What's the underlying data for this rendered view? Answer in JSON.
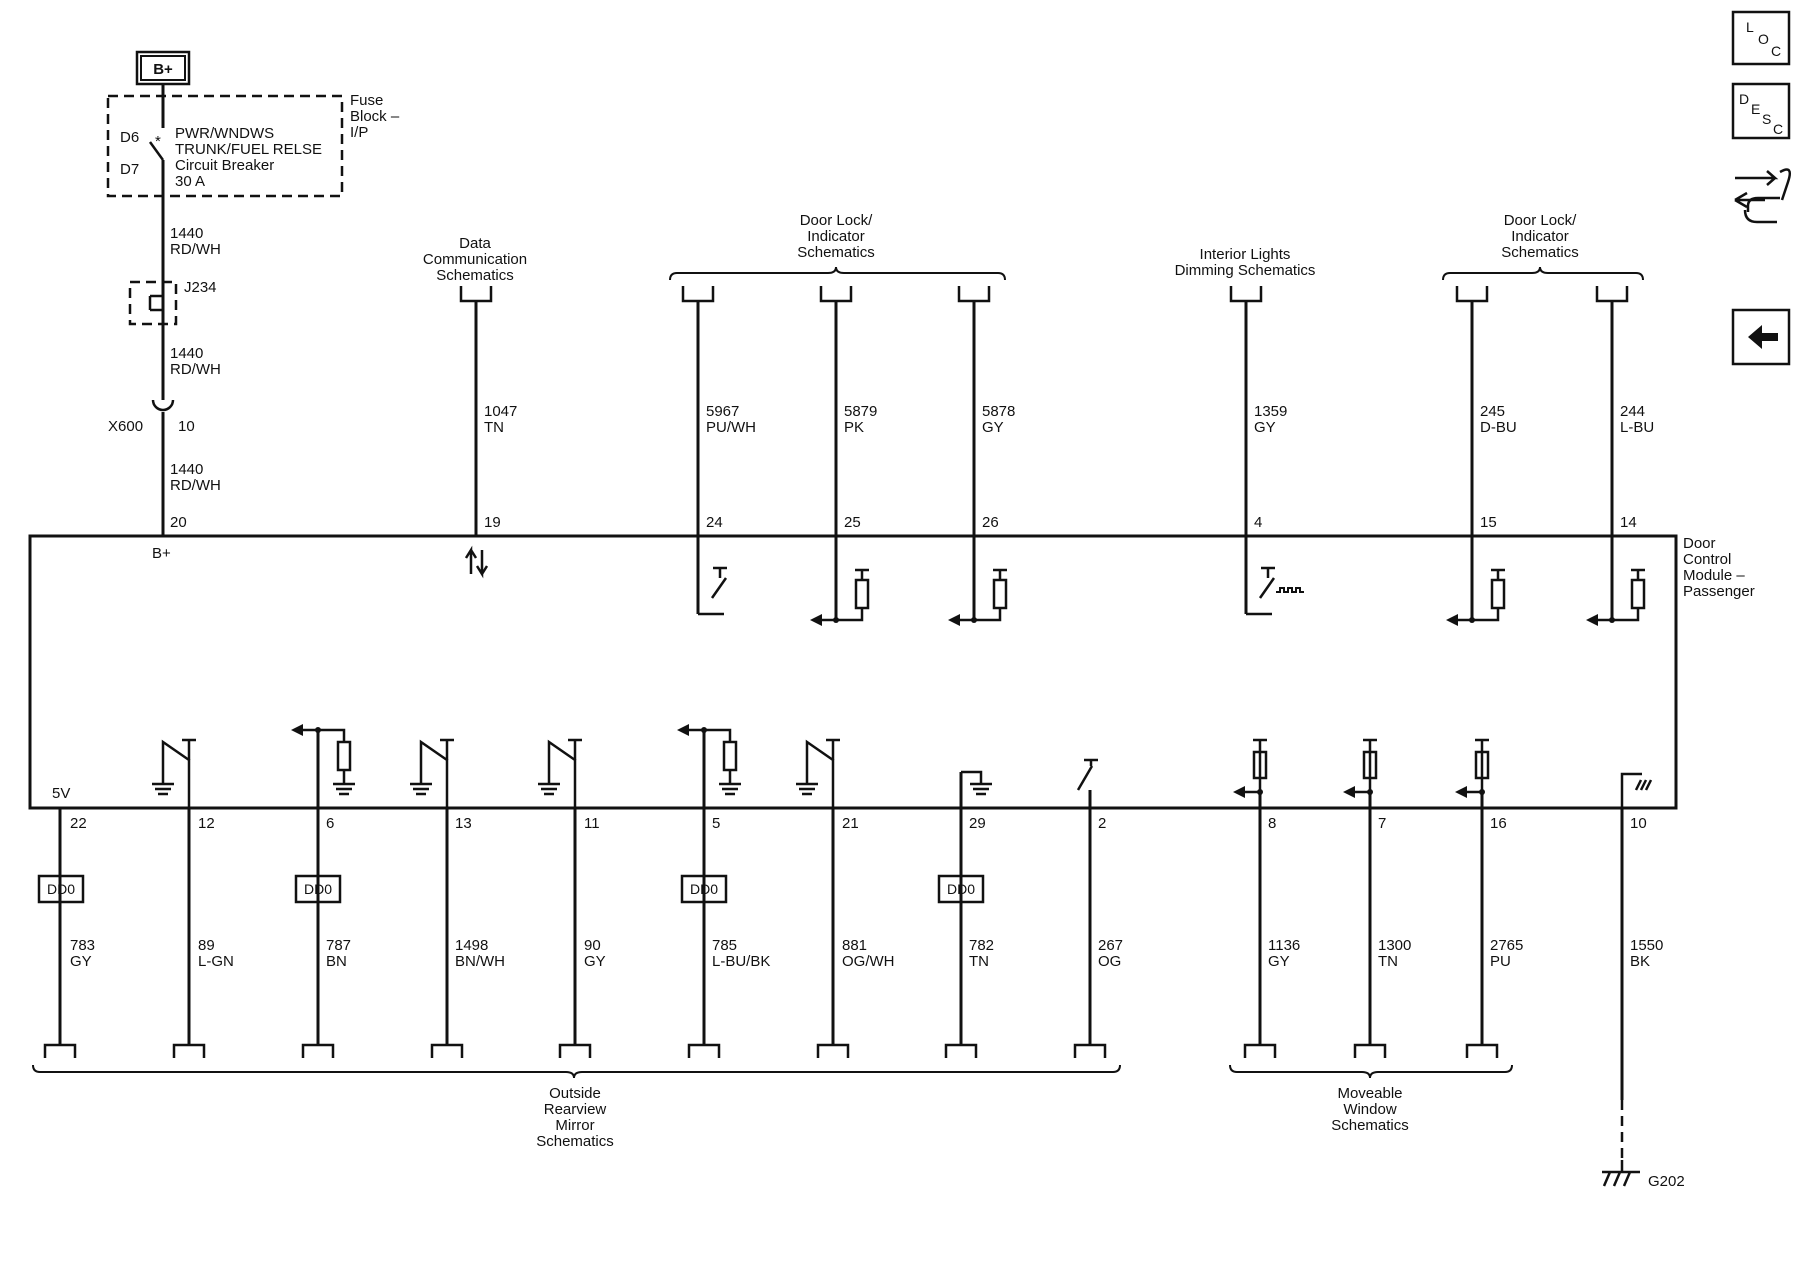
{
  "power": {
    "supply_label": "B+",
    "fuse_block_label": [
      "Fuse",
      "Block –",
      "I/P"
    ],
    "fuse_pin_top": "D6",
    "fuse_pin_bottom": "D7",
    "breaker_name_lines": [
      "PWR/WNDWS",
      "TRUNK/FUEL RELSE",
      "Circuit Breaker",
      "30 A"
    ],
    "wire_circuit": "1440",
    "wire_color": "RD/WH",
    "splice_label": "J234",
    "connector_label": "X600",
    "connector_pin": "10",
    "module_pin": "20",
    "module_pin_label": "B+"
  },
  "module": {
    "name_lines": [
      "Door",
      "Control",
      "Module –",
      "Passenger"
    ],
    "label_5v": "5V"
  },
  "top_groups": [
    {
      "id": "data-comm",
      "label_lines": [
        "Data",
        "Communication",
        "Schematics"
      ]
    },
    {
      "id": "door-lock-1",
      "label_lines": [
        "Door Lock/",
        "Indicator",
        "Schematics"
      ]
    },
    {
      "id": "interior-lights",
      "label_lines": [
        "Interior Lights",
        "Dimming Schematics"
      ]
    },
    {
      "id": "door-lock-2",
      "label_lines": [
        "Door Lock/",
        "Indicator",
        "Schematics"
      ]
    }
  ],
  "top_wires": [
    {
      "circuit": "1047",
      "color": "TN",
      "pin": "19"
    },
    {
      "circuit": "5967",
      "color": "PU/WH",
      "pin": "24"
    },
    {
      "circuit": "5879",
      "color": "PK",
      "pin": "25"
    },
    {
      "circuit": "5878",
      "color": "GY",
      "pin": "26"
    },
    {
      "circuit": "1359",
      "color": "GY",
      "pin": "4"
    },
    {
      "circuit": "245",
      "color": "D-BU",
      "pin": "15"
    },
    {
      "circuit": "244",
      "color": "L-BU",
      "pin": "14"
    }
  ],
  "bottom_wires": [
    {
      "pin": "22",
      "circuit": "783",
      "color": "GY",
      "dd0": "DD0"
    },
    {
      "pin": "12",
      "circuit": "89",
      "color": "L-GN"
    },
    {
      "pin": "6",
      "circuit": "787",
      "color": "BN",
      "dd0": "DD0"
    },
    {
      "pin": "13",
      "circuit": "1498",
      "color": "BN/WH"
    },
    {
      "pin": "11",
      "circuit": "90",
      "color": "GY"
    },
    {
      "pin": "5",
      "circuit": "785",
      "color": "L-BU/BK",
      "dd0": "DD0"
    },
    {
      "pin": "21",
      "circuit": "881",
      "color": "OG/WH"
    },
    {
      "pin": "29",
      "circuit": "782",
      "color": "TN",
      "dd0": "DD0"
    },
    {
      "pin": "2",
      "circuit": "267",
      "color": "OG"
    },
    {
      "pin": "8",
      "circuit": "1136",
      "color": "GY"
    },
    {
      "pin": "7",
      "circuit": "1300",
      "color": "TN"
    },
    {
      "pin": "16",
      "circuit": "2765",
      "color": "PU"
    },
    {
      "pin": "10",
      "circuit": "1550",
      "color": "BK"
    }
  ],
  "bottom_groups": [
    {
      "id": "mirror",
      "label_lines": [
        "Outside",
        "Rearview",
        "Mirror",
        "Schematics"
      ]
    },
    {
      "id": "window",
      "label_lines": [
        "Moveable",
        "Window",
        "Schematics"
      ]
    }
  ],
  "ground_label": "G202",
  "nav": {
    "loc_letters": [
      "L",
      "O",
      "C"
    ],
    "desc_letters": [
      "D",
      "E",
      "S",
      "C"
    ]
  }
}
